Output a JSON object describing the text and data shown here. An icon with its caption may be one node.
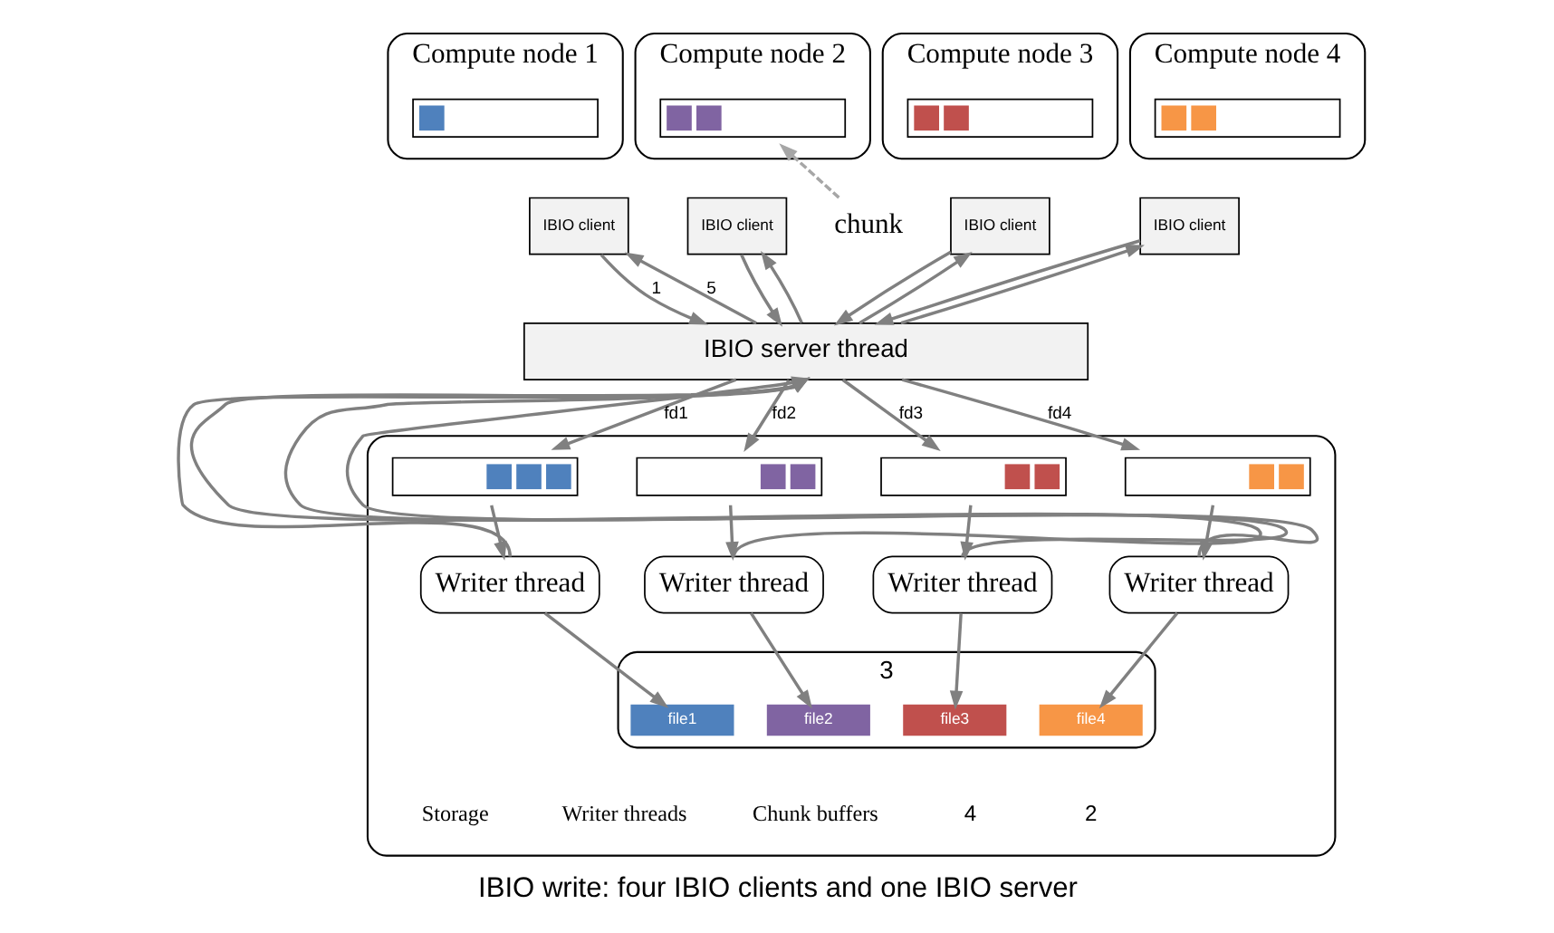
{
  "diagram": {
    "caption": "IBIO write: four IBIO clients and one IBIO server",
    "nodes": [
      {
        "text": [
          "Compute node 1"
        ]
      },
      {
        "text": [],
        "shape": "bar",
        "in": 0
      },
      {
        "text": [
          "Compute node 2"
        ]
      },
      {
        "text": [],
        "shape": "bar",
        "in": 2
      },
      {
        "text": [
          "Compute node 3"
        ]
      },
      {
        "text": [],
        "shape": "bar",
        "in": 4
      },
      {
        "text": [
          "Compute node 4"
        ]
      },
      {
        "text": [],
        "shape": "bar",
        "in": 6
      },
      {
        "text": [
          "IBIO client"
        ]
      },
      {
        "text": [
          "IBIO client"
        ]
      },
      {
        "text": [
          "IBIO client"
        ]
      },
      {
        "text": [
          "IBIO client"
        ]
      },
      {
        "text": [
          "chunk"
        ]
      },
      {
        "text": [],
        "shape": "box"
      },
      {
        "text": [
          "IBIO server thread"
        ]
      },
      {
        "text": [],
        "shape": "bar",
        "in": 13
      },
      {
        "text": [],
        "shape": "bar",
        "in": 13
      },
      {
        "text": [],
        "shape": "bar",
        "in": 13
      },
      {
        "text": [],
        "shape": "bar",
        "in": 13
      },
      {
        "text": [
          "Writer thread"
        ],
        "in": 13
      },
      {
        "text": [
          "Writer thread"
        ],
        "in": 13
      },
      {
        "text": [
          "Writer thread"
        ],
        "in": 13
      },
      {
        "text": [
          "Writer thread"
        ],
        "in": 13
      },
      {
        "text": [
          "3"
        ],
        "in": 13
      },
      {
        "text": [
          "file1"
        ],
        "in": 23
      },
      {
        "text": [
          "file2"
        ],
        "in": 23
      },
      {
        "text": [
          "file3"
        ],
        "in": 23
      },
      {
        "text": [
          "file4"
        ],
        "in": 23
      }
    ],
    "edges": [
      {
        "from": 8,
        "to": 14,
        "arrow": "to",
        "label": "1"
      },
      {
        "from": 14,
        "to": 8,
        "arrow": "to",
        "label": "5"
      },
      {
        "from": 9,
        "to": 14,
        "arrow": "to"
      },
      {
        "from": 14,
        "to": 9,
        "arrow": "to"
      },
      {
        "from": 10,
        "to": 14,
        "arrow": "to"
      },
      {
        "from": 14,
        "to": 10,
        "arrow": "to"
      },
      {
        "from": 11,
        "to": 14,
        "arrow": "to"
      },
      {
        "from": 14,
        "to": 11,
        "arrow": "to"
      },
      {
        "from": 12,
        "to": 3,
        "arrow": "to",
        "style": "dashed",
        "color": "#a6a6a6"
      },
      {
        "from": 14,
        "to": 15,
        "arrow": "to",
        "label": "fd1"
      },
      {
        "from": 14,
        "to": 16,
        "arrow": "to",
        "label": "fd2"
      },
      {
        "from": 14,
        "to": 17,
        "arrow": "to",
        "label": "fd3"
      },
      {
        "from": 14,
        "to": 18,
        "arrow": "to",
        "label": "fd4"
      },
      {
        "from": 15,
        "to": 19,
        "arrow": "to"
      },
      {
        "from": 16,
        "to": 20,
        "arrow": "to"
      },
      {
        "from": 17,
        "to": 21,
        "arrow": "to"
      },
      {
        "from": 18,
        "to": 22,
        "arrow": "to"
      },
      {
        "from": 19,
        "to": 24,
        "arrow": "to"
      },
      {
        "from": 20,
        "to": 25,
        "arrow": "to"
      },
      {
        "from": 21,
        "to": 26,
        "arrow": "to"
      },
      {
        "from": 22,
        "to": 27,
        "arrow": "to"
      },
      {
        "from": 19,
        "to": 14,
        "arrow": "to"
      },
      {
        "from": 20,
        "to": 14,
        "arrow": "to"
      },
      {
        "from": 21,
        "to": 14,
        "arrow": "to"
      },
      {
        "from": 22,
        "to": 14,
        "arrow": "to"
      }
    ],
    "labels": [
      "2",
      "4",
      "Chunk buffers",
      "Writer threads",
      "Storage"
    ]
  }
}
